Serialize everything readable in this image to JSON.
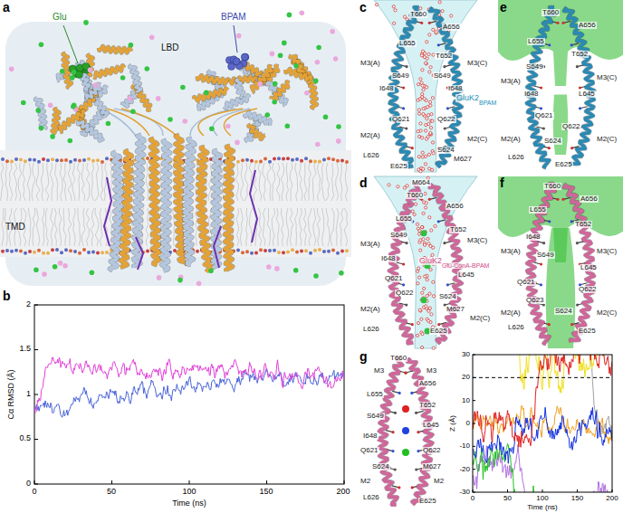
{
  "diagram": {
    "labels": [
      "a",
      "Glu",
      "BPAM",
      "LBD",
      "TMD",
      "b",
      "Cα RMSD (Å)",
      "2",
      "1.5",
      "1",
      "0.5",
      "0",
      "0",
      "50",
      "100",
      "150",
      "200",
      "Time (ns)",
      "c",
      "T660",
      "A656",
      "L655",
      "T652",
      "M3(A)",
      "M3(C)",
      "S649",
      "S649",
      "I648",
      "I648",
      "Q621",
      "Q622",
      "M2(A)",
      "M2(C)",
      "S624",
      "M627",
      "L626",
      "E625",
      "GluK2",
      "BPAM",
      "d",
      "M664",
      "T660",
      "A656",
      "L655",
      "S649",
      "T652",
      "M3(A)",
      "M3(C)",
      "I648",
      "L645",
      "Q621",
      "Q622",
      "S624",
      "M2(A)",
      "M627",
      "M2(C)",
      "L626",
      "E625",
      "GluK2",
      "Glu-ConA-BPAM",
      "e",
      "T660",
      "A656",
      "L655",
      "T652",
      "S649",
      "M3(A)",
      "I648",
      "M3(C)",
      "L645",
      "Q621",
      "Q622",
      "M2(A)",
      "S624",
      "M2(C)",
      "L626",
      "E625",
      "f",
      "T660",
      "A656",
      "L655",
      "T652",
      "I648",
      "M3(A)",
      "S649",
      "M3(C)",
      "L645",
      "Q621",
      "Q622",
      "Q623",
      "M2(A)",
      "S624",
      "M2(C)",
      "L626",
      "E625",
      "g",
      "T660",
      "M3",
      "M3",
      "A656",
      "L655",
      "T652",
      "S649",
      "L645",
      "I648",
      "Q621",
      "Q622",
      "S624",
      "M627",
      "M2",
      "M2",
      "L626",
      "E625",
      "Z (Å)",
      "30",
      "20",
      "10",
      "0",
      "-10",
      "-20",
      "-30",
      "0",
      "50",
      "100",
      "150",
      "200",
      "Time (ns)"
    ]
  }
}
